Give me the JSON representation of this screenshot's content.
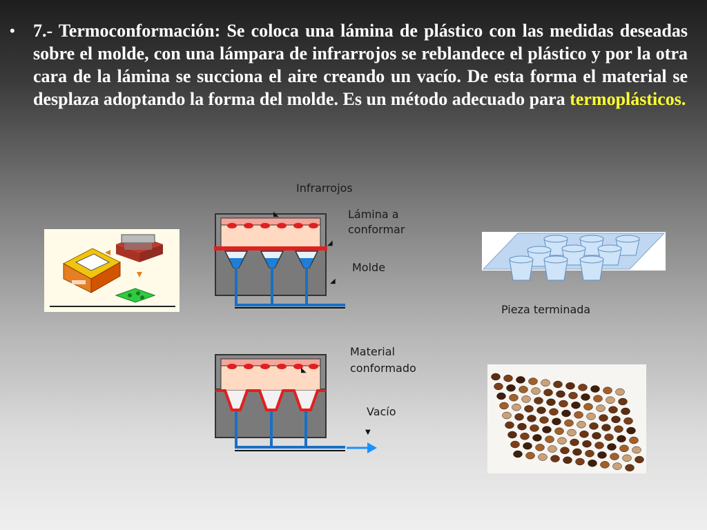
{
  "slide": {
    "bullet": "•",
    "text_main": "7.- Termoconformación: Se coloca una lámina de plástico con las medidas deseadas sobre el molde, con una lámpara de infrarrojos se reblandece el plástico y por la otra cara de la lámina se succiona el aire creando un vacío. De esta forma el material se desplaza adoptando la forma del molde. Es un método adecuado para ",
    "text_highlight": "termoplásticos."
  },
  "diagram": {
    "label_infrarrojos": "Infrarrojos",
    "label_lamina_1": "Lámina a",
    "label_lamina_2": "conformar",
    "label_molde": "Molde",
    "label_material_1": "Material",
    "label_material_2": "conformado",
    "label_vacio": "Vacío",
    "label_pieza": "Pieza terminada"
  },
  "colors": {
    "highlight": "#ffff33",
    "lamina": "#e02020",
    "molde": "#7a7a7a",
    "tuberia": "#1a6fc4",
    "lampara": "#ffd9c2",
    "flecha_vacio": "#1e90ff"
  }
}
